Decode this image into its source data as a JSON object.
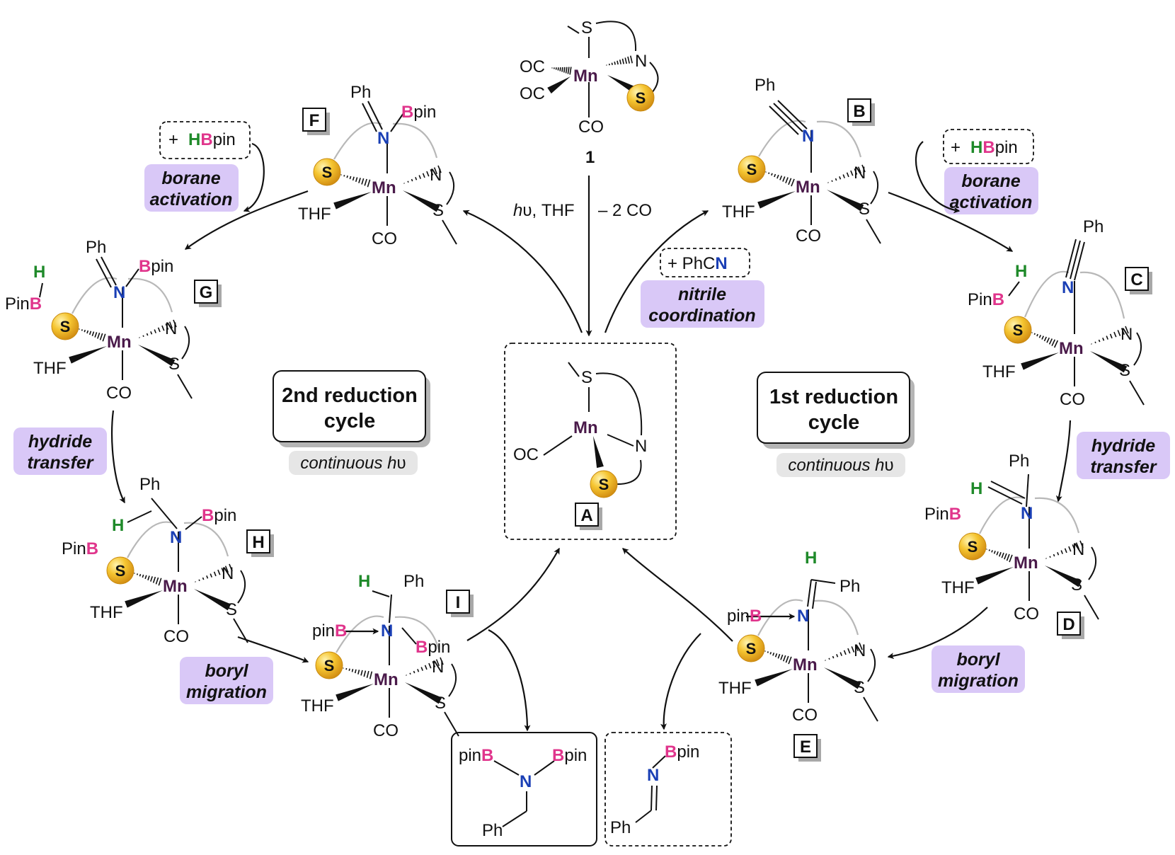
{
  "colors": {
    "mn": "#4a1a4a",
    "nitrogen": "#1a3fb5",
    "boron": "#e0358c",
    "hydrogen": "#1f8a2a",
    "sulfur_fill": "#f1bd2c",
    "label_bg": "#d9c8f7",
    "ring": "#b8b8b8",
    "shadow": "#a8a8a8"
  },
  "atoms": {
    "mn": "Mn",
    "n": "N",
    "s": "S",
    "co": "CO",
    "oc": "OC",
    "thf": "THF",
    "ph": "Ph",
    "h": "H",
    "b": "B",
    "pin": "pin",
    "pinb_pre": "Pin",
    "pinb_low": "pin",
    "plus": "+"
  },
  "reagents": {
    "hbpin_plus": "+",
    "hbpin_h": "H",
    "hbpin_b": "B",
    "hbpin_pin": "pin",
    "phcn_text": "+ PhC",
    "phcn_n": "N"
  },
  "conditions": {
    "hv_h": "h",
    "hv_rest": "υ, THF",
    "minus_co": "– 2 CO"
  },
  "compounds": {
    "precatalyst": "1",
    "A": "A",
    "B": "B",
    "C": "C",
    "D": "D",
    "E": "E",
    "F": "F",
    "G": "G",
    "H": "H",
    "I": "I"
  },
  "step_labels": {
    "borane_activation": [
      "borane",
      "activation"
    ],
    "nitrile_coordination": [
      "nitrile",
      "coordination"
    ],
    "hydride_transfer": [
      "hydride",
      "transfer"
    ],
    "boryl_migration": [
      "boryl",
      "migration"
    ]
  },
  "cycles": {
    "first": [
      "1st reduction",
      "cycle"
    ],
    "second": [
      "2nd reduction",
      "cycle"
    ],
    "continuous_pre": "continuous ",
    "continuous_h": "h",
    "continuous_post": "υ"
  }
}
